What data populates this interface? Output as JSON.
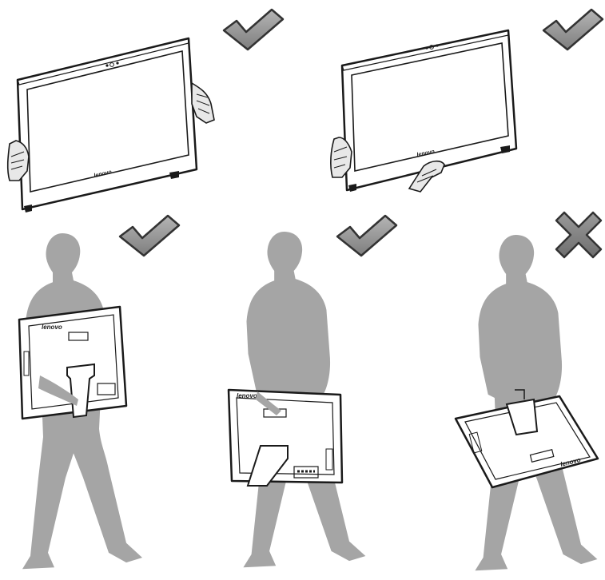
{
  "brand": "lenovo",
  "colors": {
    "ok": "#8a8a8a",
    "bad": "#7a7a7a",
    "silhouette": "#a5a5a5",
    "outline": "#1a1a1a"
  },
  "panels": [
    {
      "id": "hold-sides",
      "verdict": "correct",
      "icon": "checkmark-icon"
    },
    {
      "id": "hold-side-and-bottom",
      "verdict": "correct",
      "icon": "checkmark-icon"
    },
    {
      "id": "carry-under-arm",
      "verdict": "correct",
      "icon": "checkmark-icon"
    },
    {
      "id": "carry-by-stand-upright",
      "verdict": "correct",
      "icon": "checkmark-icon"
    },
    {
      "id": "carry-by-stand-tilted",
      "verdict": "incorrect",
      "icon": "cross-icon"
    }
  ]
}
